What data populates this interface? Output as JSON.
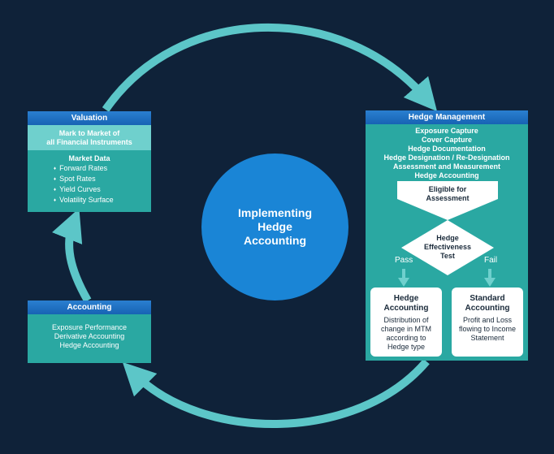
{
  "center": {
    "line1": "Implementing",
    "line2": "Hedge",
    "line3": "Accounting"
  },
  "valuation": {
    "title": "Valuation",
    "mtm_line1": "Mark to Market of",
    "mtm_line2": "all Financial Instruments",
    "market_data_title": "Market Data",
    "items": [
      "Forward Rates",
      "Spot Rates",
      "Yield Curves",
      "Volatility Surface"
    ]
  },
  "accounting": {
    "title": "Accounting",
    "items": [
      "Exposure Performance",
      "Derivative Accounting",
      "Hedge Accounting"
    ]
  },
  "hedge_mgmt": {
    "title": "Hedge Management",
    "steps": [
      "Exposure Capture",
      "Cover Capture",
      "Hedge Documentation",
      "Hedge Designation / Re-Designation",
      "Assessment and Measurement",
      "Hedge Accounting"
    ],
    "eligible_line1": "Eligible for",
    "eligible_line2": "Assessment",
    "test_line1": "Hedge",
    "test_line2": "Effectiveness",
    "test_line3": "Test",
    "pass": "Pass",
    "fail": "Fail",
    "hedge_acc": {
      "title1": "Hedge",
      "title2": "Accounting",
      "lines": [
        "Distribution of",
        "change in MTM",
        "according to",
        "Hedge type"
      ]
    },
    "std_acc": {
      "title1": "Standard",
      "title2": "Accounting",
      "lines": [
        "Profit and Loss",
        "flowing to Income",
        "Statement"
      ]
    }
  },
  "colors": {
    "background": "#0f2239",
    "teal": "#2aa8a2",
    "arc": "#5cc6c8",
    "circle": "#1a85d6",
    "header": "#1763b4"
  }
}
